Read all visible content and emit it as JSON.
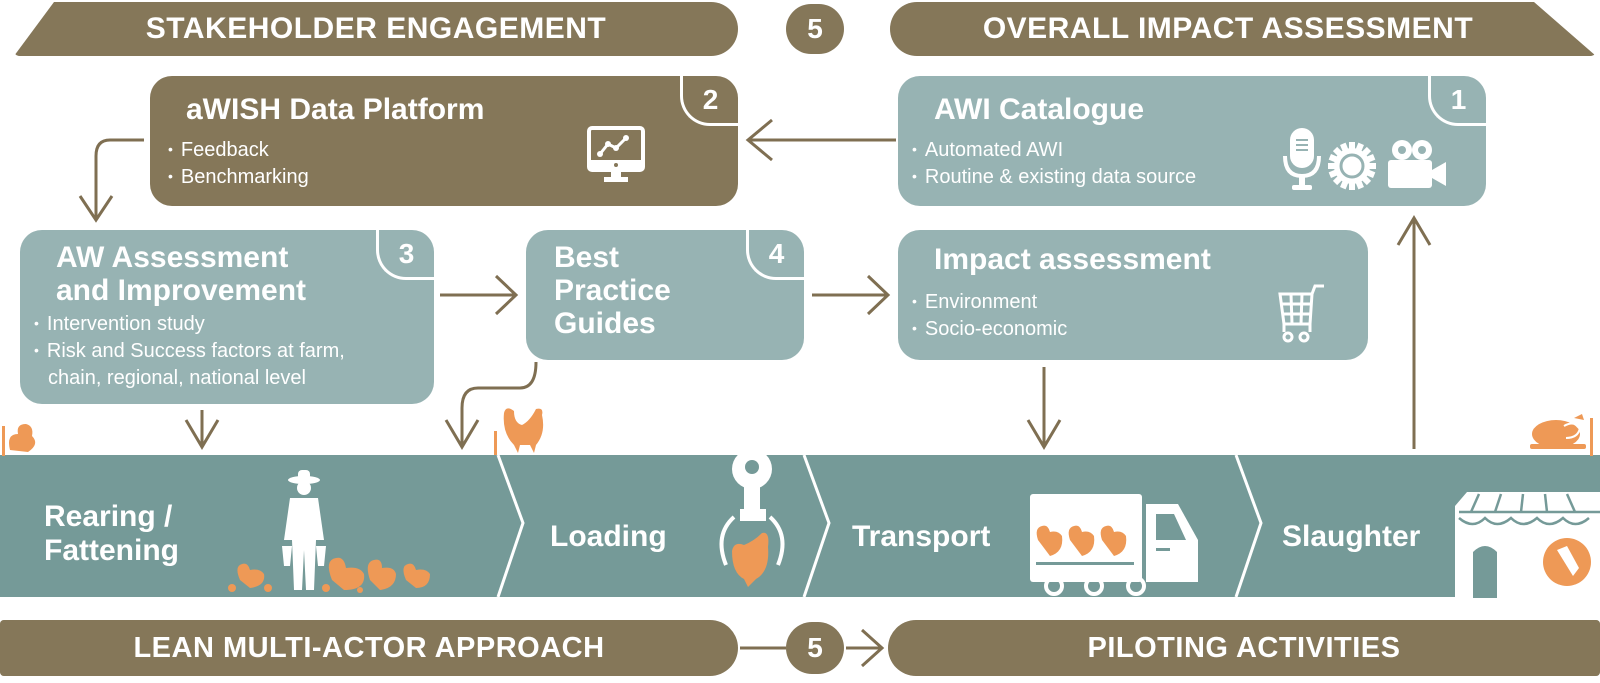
{
  "top_banners": {
    "left": "STAKEHOLDER ENGAGEMENT",
    "number": "5",
    "right": "OVERALL IMPACT ASSESSMENT"
  },
  "bottom_banners": {
    "left": "LEAN MULTI-ACTOR APPROACH",
    "number": "5",
    "right": "PILOTING ACTIVITIES"
  },
  "boxes": {
    "awish": {
      "number": "2",
      "title": "aWISH Data Platform",
      "bullets": [
        "Feedback",
        "Benchmarking"
      ],
      "icon": "monitor-chart-icon"
    },
    "awi_catalogue": {
      "number": "1",
      "title": "AWI Catalogue",
      "bullets": [
        "Automated AWI",
        "Routine & existing data source"
      ],
      "icons": [
        "microphone-icon",
        "gear-icon",
        "video-camera-icon"
      ]
    },
    "aw_assessment": {
      "number": "3",
      "title_line1": "AW Assessment",
      "title_line2": "and Improvement",
      "bullets": [
        "Intervention study",
        "Risk and Success factors at farm,"
      ],
      "bullet_continuation": "chain, regional, national level"
    },
    "best_practice": {
      "number": "4",
      "title_line1": "Best",
      "title_line2": "Practice",
      "title_line3": "Guides"
    },
    "impact": {
      "title": "Impact assessment",
      "bullets": [
        "Environment",
        "Socio-economic"
      ],
      "icon": "shopping-cart-icon"
    }
  },
  "stages": [
    {
      "label_line1": "Rearing /",
      "label_line2": "Fattening",
      "icon": "farmer-with-chickens-icon"
    },
    {
      "label_line1": "Loading",
      "icon": "claw-grabbing-chicken-icon"
    },
    {
      "label_line1": "Transport",
      "icon": "truck-with-chickens-icon"
    },
    {
      "label_line1": "Slaughter",
      "icon": "butcher-shop-icon"
    }
  ],
  "colors": {
    "brown": "#857759",
    "teal_box": "#97b3b3",
    "teal_band": "#759a98",
    "orange": "#ee9956",
    "arrow": "#7f6f52"
  }
}
